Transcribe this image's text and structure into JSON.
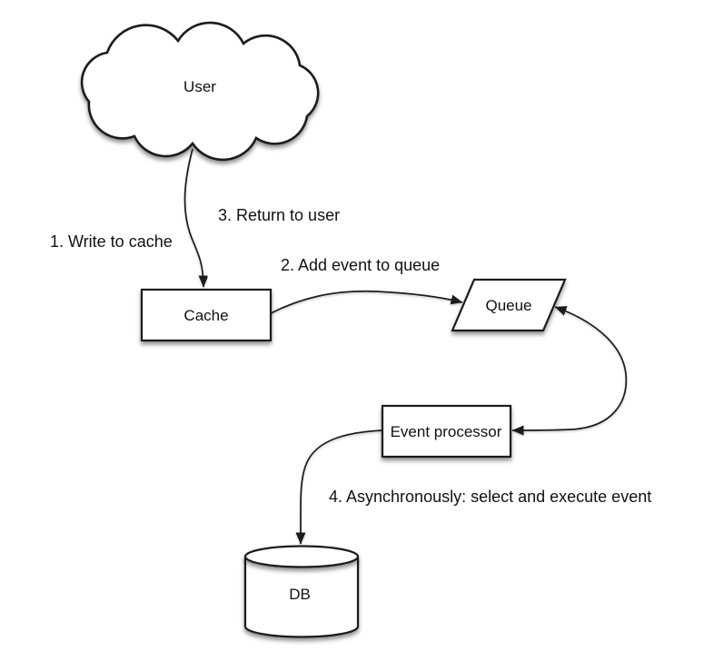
{
  "diagram": {
    "type": "flow-diagram",
    "background_color": "#ffffff",
    "stroke_color": "#1c1c1c",
    "shape_fill_color": "#ffffff",
    "text_color": "#111111",
    "nodes": {
      "user": {
        "label": "User",
        "shape": "cloud"
      },
      "cache": {
        "label": "Cache",
        "shape": "rectangle"
      },
      "queue": {
        "label": "Queue",
        "shape": "parallelogram"
      },
      "event_processor": {
        "label": "Event processor",
        "shape": "rectangle"
      },
      "db": {
        "label": "DB",
        "shape": "cylinder"
      }
    },
    "steps": {
      "step1": {
        "label": "1. Write to cache"
      },
      "step2": {
        "label": "2. Add event to queue"
      },
      "step3": {
        "label": "3. Return to user"
      },
      "step4": {
        "label": "4. Asynchronously: select and execute event"
      }
    },
    "connections": [
      {
        "from": "user",
        "to": "cache",
        "arrowhead": "end"
      },
      {
        "from": "cache",
        "to": "queue",
        "arrowhead": "end"
      },
      {
        "from": "queue",
        "to": "event_processor",
        "arrowhead": "both"
      },
      {
        "from": "event_processor",
        "to": "db",
        "arrowhead": "end"
      }
    ]
  }
}
